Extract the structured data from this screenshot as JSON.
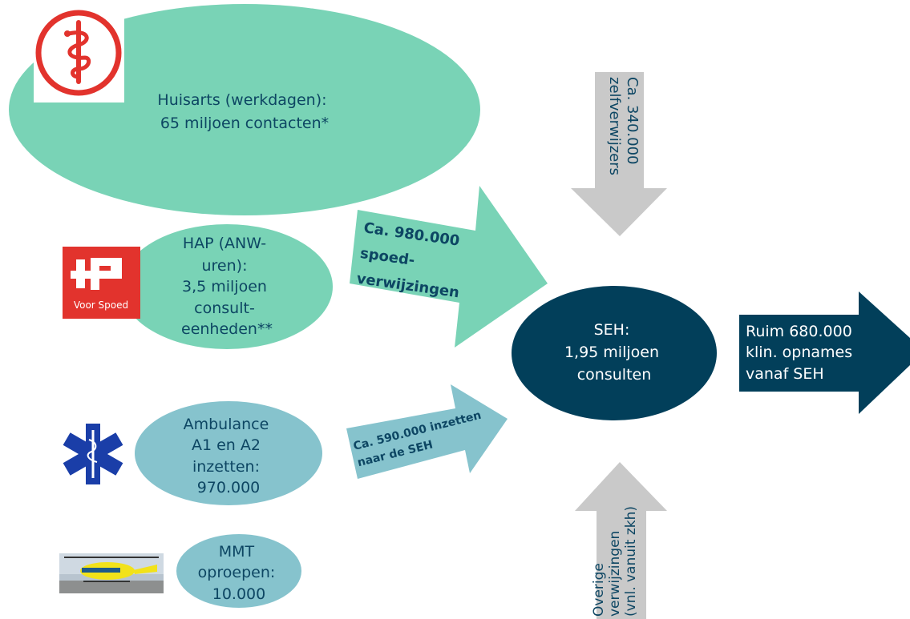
{
  "colors": {
    "teal": "#79d3b6",
    "light_blue": "#86c3cd",
    "navy": "#023f5a",
    "gray_arrow": "#c9c9c9",
    "text_dark": "#0d4663",
    "red": "#e2332d",
    "star_of_life_blue": "#1a3ea8"
  },
  "nodes": {
    "huisarts": {
      "line1": "Huisarts (werkdagen):",
      "line2": "65 miljoen contacten*"
    },
    "hap": {
      "line1": "HAP (ANW-",
      "line2": "uren):",
      "line3": "3,5 miljoen",
      "line4": "consult-",
      "line5": "eenheden**",
      "logo_caption": "Voor Spoed"
    },
    "ambulance": {
      "line1": "Ambulance",
      "line2": "A1 en A2",
      "line3": "inzetten:",
      "line4": "970.000"
    },
    "mmt": {
      "line1": "MMT",
      "line2": "oproepen:",
      "line3": "10.000"
    },
    "seh": {
      "line1": "SEH:",
      "line2": "1,95 miljoen",
      "line3": "consulten"
    }
  },
  "arrows": {
    "spoed": {
      "line1": "Ca. 980.000",
      "line2": "spoed-",
      "line3": "verwijzingen"
    },
    "ambulance": {
      "line1": "Ca. 590.000 inzetten",
      "line2": "naar de SEH"
    },
    "zelfverwijzers": {
      "line1": "Ca. 340.000",
      "line2": "zelfverwijzers"
    },
    "overige": {
      "line1": "Overige",
      "line2": "verwijzingen",
      "line3": "(vnl. vanuit zkh)"
    },
    "opnames": {
      "line1": "Ruim 680.000",
      "line2": "klin. opnames",
      "line3": "vanaf SEH"
    }
  }
}
